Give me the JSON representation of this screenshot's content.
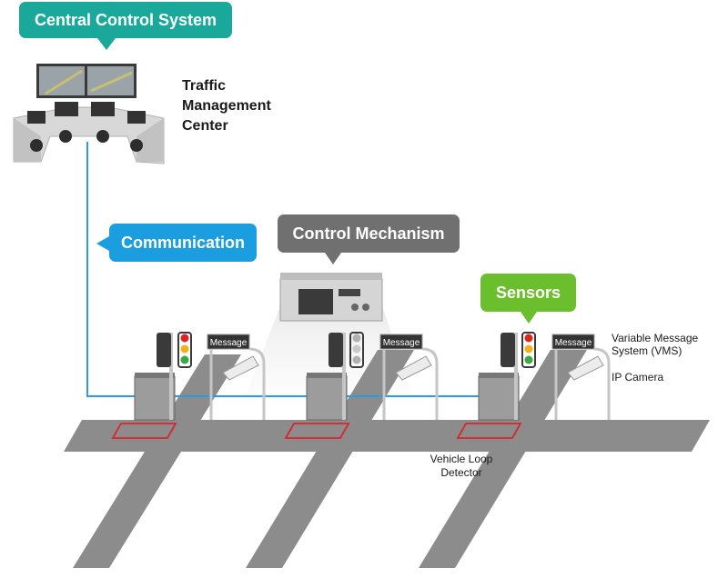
{
  "callouts": {
    "central": "Central Control System",
    "communication": "Communication",
    "control": "Control Mechanism",
    "sensors": "Sensors"
  },
  "labels": {
    "tmc_line1": "Traffic",
    "tmc_line2": "Management",
    "tmc_line3": "Center",
    "vms_line1": "Variable Message",
    "vms_line2": "System (VMS)",
    "ip_camera": "IP Camera",
    "loop_line1": "Vehicle Loop",
    "loop_line2": "Detector"
  },
  "sign_text": "Message",
  "colors": {
    "central": "#1aa89a",
    "communication": "#1a9ee0",
    "control": "#707070",
    "sensors": "#6bbf2d",
    "road": "#8c8c8c",
    "loop": "#d9262c",
    "link_line": "#2e9be0"
  }
}
